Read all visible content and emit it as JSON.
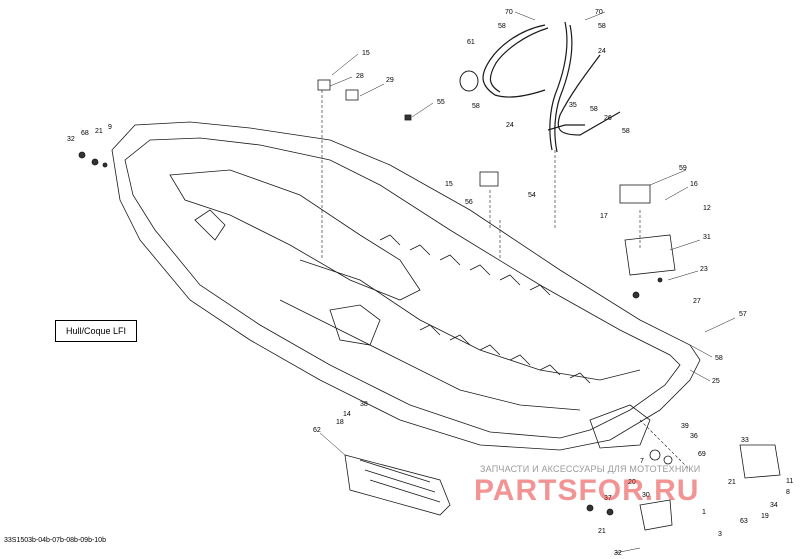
{
  "diagram": {
    "title_box": "Hull/Coque LFI",
    "reference_code": "33S1503b-04b-07b-08b-09b-10b",
    "watermark_text": "ЗАПЧАСТИ И АКСЕССУАРЫ ДЛЯ МОТОТЕХНИКИ",
    "watermark_logo": "PARTSFOR.RU",
    "callouts": [
      "70",
      "70",
      "58",
      "58",
      "24",
      "61",
      "15",
      "28",
      "29",
      "55",
      "58",
      "35",
      "58",
      "26",
      "24",
      "58",
      "32",
      "68",
      "21",
      "9",
      "59",
      "16",
      "15",
      "56",
      "54",
      "17",
      "12",
      "31",
      "23",
      "27",
      "57",
      "58",
      "25",
      "14",
      "38",
      "18",
      "62",
      "39",
      "36",
      "7",
      "69",
      "33",
      "11",
      "8",
      "34",
      "21",
      "20",
      "30",
      "37",
      "21",
      "19",
      "63",
      "1",
      "3",
      "32"
    ]
  },
  "colors": {
    "line": "#1a1a1a",
    "watermark_red": "#e83c3c",
    "watermark_gray": "#9a9a9a"
  }
}
